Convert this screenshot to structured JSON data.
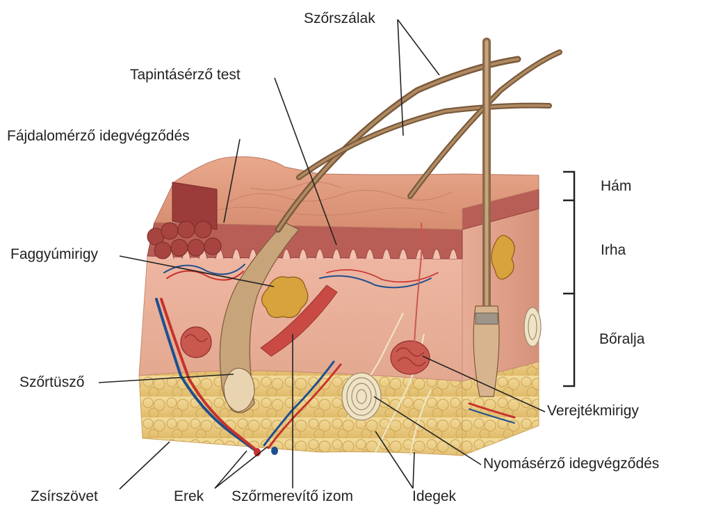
{
  "labels": {
    "hair": "Szőrszálak",
    "touch": "Tapintásérző test",
    "pain": "Fájdalomérző idegvégződés",
    "sebaceous": "Faggyúmirigy",
    "follicle": "Szőrtüsző",
    "fat": "Zsírszövet",
    "vessels": "Erek",
    "arrector": "Szőrmerevítő izom",
    "nerves": "Idegek",
    "pressure": "Nyomásérző idegvégződés",
    "sweat": "Verejtékmirigy"
  },
  "layers": {
    "epidermis": "Hám",
    "dermis": "Irha",
    "hypodermis": "Bőralja"
  },
  "colors": {
    "label_text": "#222222",
    "leader_line": "#222222",
    "skin_surface": "#d9967a",
    "epidermis": "#b7605a",
    "dermis": "#e7b09e",
    "fat": "#eed28c",
    "artery": "#c8312c",
    "vein": "#1f4f8f",
    "hair": "#8a6a4c",
    "gland": "#d8a23c"
  }
}
